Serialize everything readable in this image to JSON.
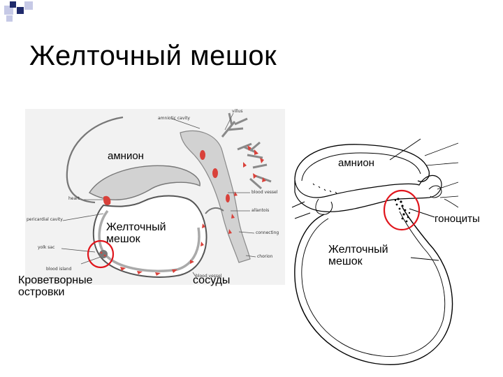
{
  "slide": {
    "title": "Желточный мешок"
  },
  "left_figure": {
    "amnion_label": "амнион",
    "yolk_sac_label": "Желточный\nмешок",
    "blood_islands_label": "Кроветворные\nостровки",
    "vessels_label": "сосуды",
    "small_labels": {
      "amniotic_cavity": "amniotic cavity",
      "villus": "villus",
      "heart": "heart",
      "pericardial_cavity": "pericardial cavity",
      "yolk_sac": "yolk sac",
      "blood_island": "blood island",
      "blood_vessel_right": "blood vessel",
      "allantois": "allantois",
      "connecting_stalk": "connecting",
      "chorion": "chorion",
      "blood_vessel_bottom": "blood vessel"
    }
  },
  "right_figure": {
    "amnion_label": "амнион",
    "gonocytes_label": "гоноциты",
    "yolk_sac_label": "Желточный\nмешок"
  },
  "colors": {
    "corner_square_light": "#c6c9e6",
    "corner_square_dark": "#1f2a6b",
    "highlight_circle": "#e0151c",
    "tissue_grey": "#d2d2d2",
    "blood_red": "#d9413a"
  }
}
